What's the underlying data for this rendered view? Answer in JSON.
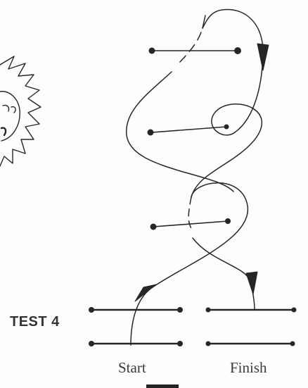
{
  "test_label": "TEST 4",
  "start_label": "Start",
  "finish_label": "Finish",
  "ink_color": "#262626",
  "icons": [
    "spiky-sun-doodle-icon",
    "path-arrow-icon"
  ]
}
